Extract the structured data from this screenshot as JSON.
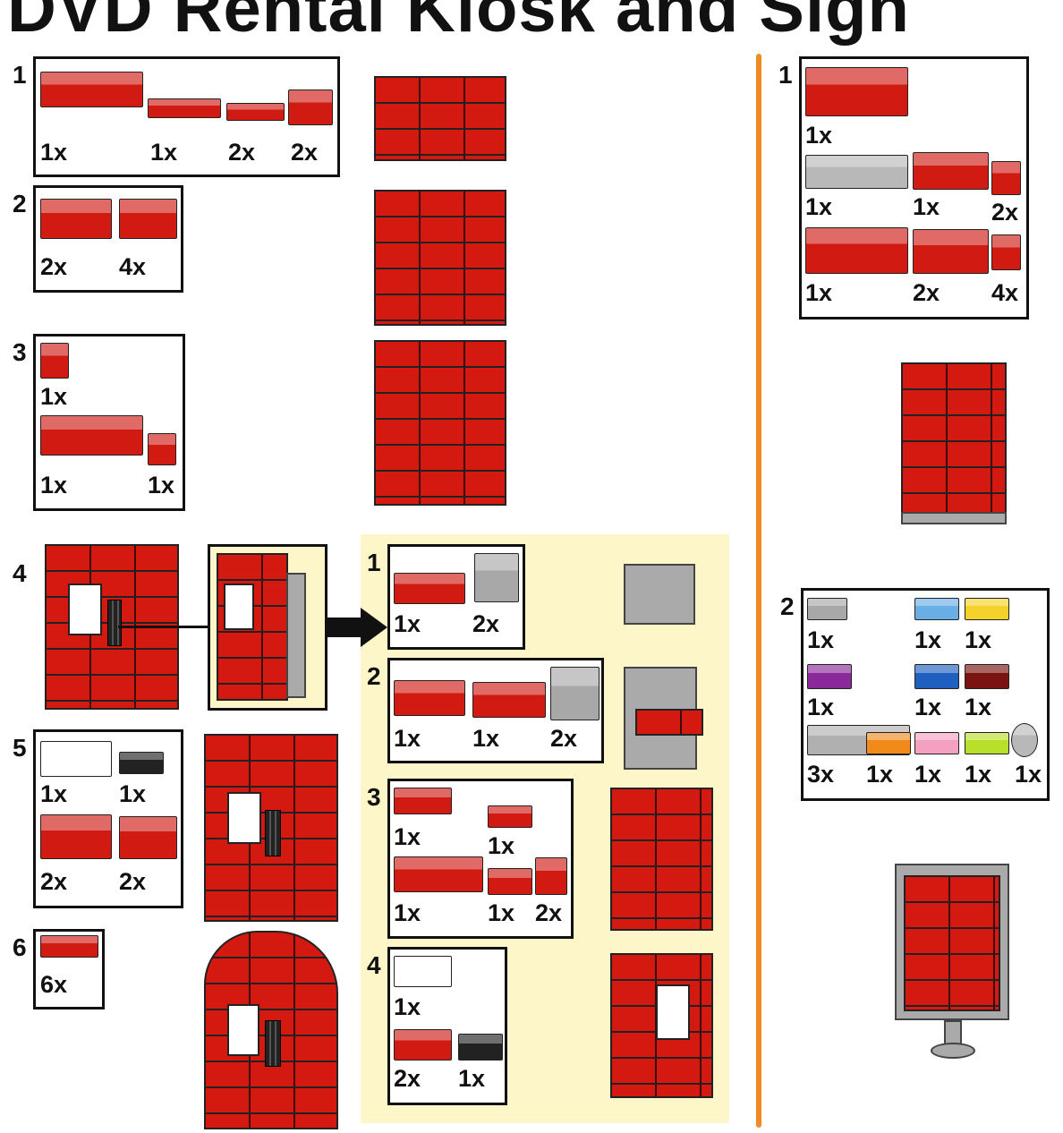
{
  "title": "DVD Rental Kiosk and Sign",
  "kiosk_steps": [
    {
      "number": "1",
      "parts": [
        {
          "qty": "1x",
          "color": "#d01a12"
        },
        {
          "qty": "1x",
          "color": "#d01a12"
        },
        {
          "qty": "2x",
          "color": "#d01a12"
        },
        {
          "qty": "2x",
          "color": "#d01a12"
        }
      ]
    },
    {
      "number": "2",
      "parts": [
        {
          "qty": "2x",
          "color": "#d01a12"
        },
        {
          "qty": "4x",
          "color": "#d01a12"
        }
      ]
    },
    {
      "number": "3",
      "parts": [
        {
          "qty": "1x",
          "color": "#d01a12"
        },
        {
          "qty": "1x",
          "color": "#d01a12"
        },
        {
          "qty": "1x",
          "color": "#d01a12"
        }
      ]
    },
    {
      "number": "4",
      "parts": []
    },
    {
      "number": "5",
      "parts": [
        {
          "qty": "1x",
          "color": "#ffffff"
        },
        {
          "qty": "1x",
          "color": "#222222"
        },
        {
          "qty": "2x",
          "color": "#d01a12"
        },
        {
          "qty": "2x",
          "color": "#d01a12"
        }
      ]
    },
    {
      "number": "6",
      "parts": [
        {
          "qty": "6x",
          "color": "#d01a12"
        }
      ]
    }
  ],
  "sub_steps": [
    {
      "number": "1",
      "parts": [
        {
          "qty": "1x",
          "color": "#d01a12"
        },
        {
          "qty": "2x",
          "color": "#a8a8a8"
        }
      ]
    },
    {
      "number": "2",
      "parts": [
        {
          "qty": "1x",
          "color": "#d01a12"
        },
        {
          "qty": "1x",
          "color": "#d01a12"
        },
        {
          "qty": "2x",
          "color": "#a8a8a8"
        }
      ]
    },
    {
      "number": "3",
      "parts": [
        {
          "qty": "1x",
          "color": "#d01a12"
        },
        {
          "qty": "1x",
          "color": "#d01a12"
        },
        {
          "qty": "1x",
          "color": "#d01a12"
        },
        {
          "qty": "1x",
          "color": "#d01a12"
        },
        {
          "qty": "2x",
          "color": "#d01a12"
        }
      ]
    },
    {
      "number": "4",
      "parts": [
        {
          "qty": "1x",
          "color": "#ffffff"
        },
        {
          "qty": "2x",
          "color": "#d01a12"
        },
        {
          "qty": "1x",
          "color": "#222222"
        }
      ]
    }
  ],
  "sign_steps": [
    {
      "number": "1",
      "parts": [
        {
          "qty": "1x",
          "color": "#d01a12"
        },
        {
          "qty": "1x",
          "color": "#b8b8b8"
        },
        {
          "qty": "1x",
          "color": "#d01a12"
        },
        {
          "qty": "2x",
          "color": "#d01a12"
        },
        {
          "qty": "1x",
          "color": "#d01a12"
        },
        {
          "qty": "2x",
          "color": "#d01a12"
        },
        {
          "qty": "4x",
          "color": "#d01a12"
        }
      ]
    },
    {
      "number": "2",
      "parts": [
        {
          "qty": "1x",
          "color": "#a8a8a8"
        },
        {
          "qty": "1x",
          "color": "#6aaee6"
        },
        {
          "qty": "1x",
          "color": "#f5d22a"
        },
        {
          "qty": "1x",
          "color": "#8a2a9a"
        },
        {
          "qty": "1x",
          "color": "#1f5fbf"
        },
        {
          "qty": "1x",
          "color": "#7a1410"
        },
        {
          "qty": "3x",
          "color": "#b0b0b0"
        },
        {
          "qty": "1x",
          "color": "#f28a1a"
        },
        {
          "qty": "1x",
          "color": "#f4a0c0"
        },
        {
          "qty": "1x",
          "color": "#b8e02a"
        },
        {
          "qty": "1x",
          "color": "#b8b8b8"
        }
      ]
    }
  ],
  "colors": {
    "divider": "#f08a24",
    "panel": "#fdf6c8",
    "brick": "#d01a12"
  }
}
